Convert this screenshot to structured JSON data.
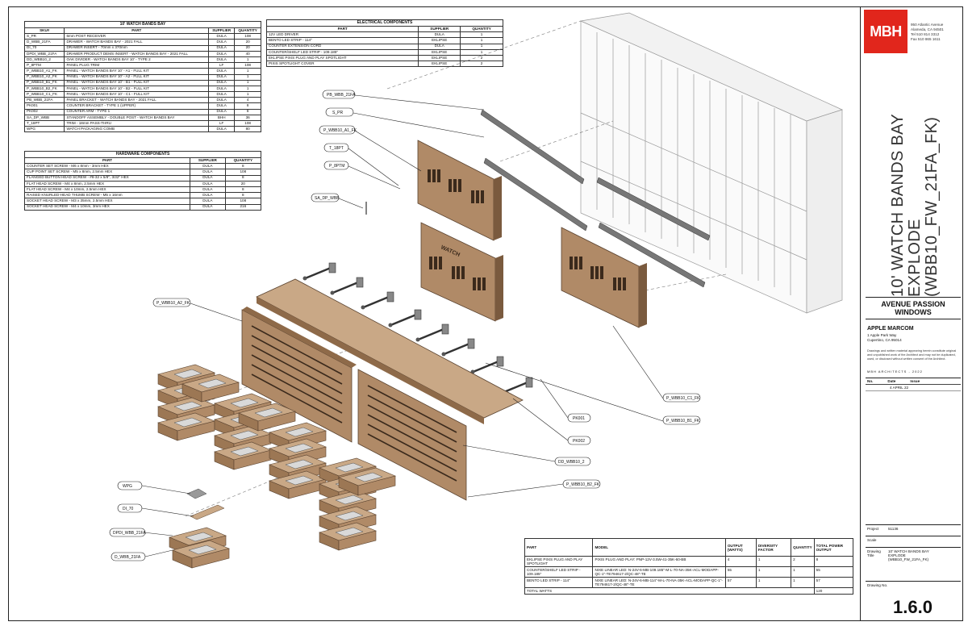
{
  "watch_bay_table": {
    "title": "10' WATCH BANDS BAY",
    "headers": [
      "SKU#",
      "PART",
      "SUPPLIER",
      "QUANTITY"
    ],
    "rows": [
      [
        "S_PR",
        "6mm POST RECEIVER",
        "DULA",
        "108"
      ],
      [
        "D_WBB_21FA",
        "DRAWER - WATCH BANDS BAY - 2021 FALL",
        "DULA",
        "20"
      ],
      [
        "DI_70",
        "DRAWER INSERT - 70mm x 370mm",
        "DULA",
        "20"
      ],
      [
        "DPDI_WBB_21FA",
        "DRAWER PRODUCT DEMS INSERT - WATCH BANDS BAY - 2021 FALL",
        "DULA",
        "40"
      ],
      [
        "DD_WBB10_2",
        "OAK DIVIDER - WATCH BANDS BAY 10' - TYPE 2",
        "DULA",
        "1"
      ],
      [
        "P_8PTM",
        "PANEL PLUG TRIM",
        "LF",
        "108"
      ],
      [
        "P_WBB10_A1_FK",
        "PANEL - WATCH BANDS BAY 10' - A1 - FULL KIT",
        "DULA",
        "1"
      ],
      [
        "P_WBB10_A2_FK",
        "PANEL - WATCH BANDS BAY 10' - A2 - FULL KIT",
        "DULA",
        "1"
      ],
      [
        "P_WBB10_B1_FK",
        "PANEL - WATCH BANDS BAY 10' - B1 - FULL KIT",
        "DULA",
        "1"
      ],
      [
        "P_WBB10_B2_FK",
        "PANEL - WATCH BANDS BAY 10' - B2 - FULL KIT",
        "DULA",
        "1"
      ],
      [
        "P_WBB10_C1_FK",
        "PANEL - WATCH BANDS BAY 10' - C1 - FULL KIT",
        "DULA",
        "1"
      ],
      [
        "PB_WBB_21FA",
        "PANEL BRACKET - WATCH BANDS BAY - 2021 FALL",
        "DULA",
        "4"
      ],
      [
        "PK001",
        "COUNTER BRACKET - TYPE 1 (UPPER)",
        "DULA",
        "8"
      ],
      [
        "PK002",
        "COUNTER ARM - TYPE 1",
        "DULA",
        "8"
      ],
      [
        "SA_DP_WBB",
        "STANDOFF ASSEMBLY - DOUBLE POST - WATCH BANDS BAY",
        "BHH",
        "36"
      ],
      [
        "T_18PT",
        "TRIM - 18mm PASS-THRU",
        "LF",
        "108"
      ],
      [
        "WPG",
        "WATCH PACKAGING COMB",
        "DULA",
        "80"
      ]
    ]
  },
  "hardware_table": {
    "title": "HARDWARE COMPONENTS",
    "headers": [
      "PART",
      "SUPPLIER",
      "QUANTITY"
    ],
    "rows": [
      [
        "COUNTER SET SCREW - M6 x 8mm - 3mm HEX",
        "DULA",
        "8"
      ],
      [
        "CUP POINT SET SCREW - M5 x 8mm, 2.5mm HEX",
        "DULA",
        "108"
      ],
      [
        "FLANGED BUTTON HEAD SCREW - #8-32 x 5/8\", 3/32\" HEX",
        "DULA",
        "8"
      ],
      [
        "FLAT HEAD SCREW - M4 x 8mm, 2.5mm HEX",
        "DULA",
        "20"
      ],
      [
        "FLAT HEAD SCREW - M4 x 10mm, 2.5mm HEX",
        "DULA",
        "8"
      ],
      [
        "RAISED KNURLED-HEAD THUMB SCREW - M5 x 16mm",
        "DULA",
        "8"
      ],
      [
        "SOCKET HEAD SCREW - M3 x 35mm, 2.5mm HEX",
        "DULA",
        "108"
      ],
      [
        "SOCKET HEAD SCREW - M4 x 10mm, 3mm HEX",
        "DULA",
        "216"
      ]
    ]
  },
  "electrical_table": {
    "title": "ELECTRICAL COMPONENTS",
    "headers": [
      "PART",
      "SUPPLIER",
      "QUANTITY"
    ],
    "rows": [
      [
        "12V LED DRIVER",
        "DULA",
        "1"
      ],
      [
        "BENTO LED STRIP - 114\"",
        "EKLIPSE",
        "1"
      ],
      [
        "COUNTER EXTENSION CORD",
        "DULA",
        "1"
      ],
      [
        "COUNTER/SHELF LED STRIP - 109.185\"",
        "EKLIPSE",
        "1"
      ],
      [
        "EKLIPSE PIXIS PLUG AND PLAY SPOTLIGHT",
        "EKLIPSE",
        "2"
      ],
      [
        "PIXIS SPOTLIGHT COVER",
        "EKLIPSE",
        "2"
      ]
    ]
  },
  "power_table": {
    "headers": [
      "PART",
      "MODEL",
      "OUTPUT (WATTS)",
      "DIVERSITY FACTOR",
      "QUANTITY",
      "TOTAL POWER OUTPUT"
    ],
    "rows": [
      [
        "EKLIPSE PIXIS PLUG AND PLAY SPOTLIGHT",
        "PIXIS PLUG AND PLAY: PNP-12V-3.5W-41-35K-60-BB",
        "4",
        "1",
        "2",
        "8"
      ],
      [
        "COUNTER/SHELF LED STRIP - 109.185\"",
        "NIXE LINEAR LED: N-24V-6-MB-109.185\"-M-L-70-NA-35K-ACL-MODAPP-QC-1\"-TE794617-2/QC-48\"-TE",
        "55",
        "1",
        "1",
        "55"
      ],
      [
        "BENTO LED STRIP - 114\"",
        "NIXE LINEAR LED: N-24V-6-MB-114\"-M-L-70-NA-35K-ACL-MODAPP-QC-1\"-TE794617-2/QC-48\"-TE",
        "57",
        "1",
        "1",
        "57"
      ]
    ],
    "total_label": "TOTAL WATTS",
    "total_value": "120"
  },
  "callouts": {
    "pb": "PB_WBB_21FA",
    "spr": "S_PR",
    "a1": "P_WBB10_A1_FK",
    "t18": "T_18PT",
    "p8": "P_8PTM",
    "sa": "SA_DP_WBB",
    "a2": "P_WBB10_A2_FK",
    "c1": "P_WBB10_C1_FK",
    "b1": "P_WBB10_B1_FK",
    "pk1": "PK001",
    "pk2": "PK002",
    "dd": "DD_WBB10_2",
    "b2": "P_WBB10_B2_FK",
    "wpg": "WPG",
    "di": "DI_70",
    "dpdi": "DPDI_WBB_21FA",
    "dw": "D_WBB_21FA",
    "panel_brand": "WATCH"
  },
  "title_block": {
    "logo": "MBH",
    "address": [
      "950 Atlantic Avenue",
      "Alameda, CA 94501",
      "Tel 510 814 3312",
      "Fax 510 865 1611"
    ],
    "drawing_title_lines": [
      "10' WATCH BANDS BAY",
      "EXPLODE",
      "(WBB10_FW_21FA_FK)"
    ],
    "project_name": "AVENUE PASSION WINDOWS",
    "client": "APPLE MARCOM",
    "client_address": [
      "1 Apple Park Way",
      "Cupertino, CA 95014"
    ],
    "disclaimer": "Drawings and written material appearing herein constitute original and unpublished work of the Architect and may not be duplicated, used, or disclosed without written consent of the Architect.",
    "copyright": "MBH ARCHITECTS - 2022",
    "rev_headers": [
      "No.",
      "Date",
      "Issue"
    ],
    "rev_rows": [
      [
        "",
        "4 APRIL 22",
        ""
      ]
    ],
    "project_label": "Project",
    "project_value": "51136",
    "scale_label": "Scale",
    "scale_value": "",
    "drawing_title_label": "Drawing Title",
    "drawing_title_small": [
      "10' WATCH BANDS BAY",
      "EXPLODE",
      "(WBB10_FW_21FA_FK)"
    ],
    "drawing_no_label": "Drawing No.",
    "sheet_number": "1.6.0"
  },
  "colors": {
    "wood": "#b08a67",
    "wood_dark": "#7a5a3e",
    "accent": "#e1261c",
    "line": "#222222"
  }
}
